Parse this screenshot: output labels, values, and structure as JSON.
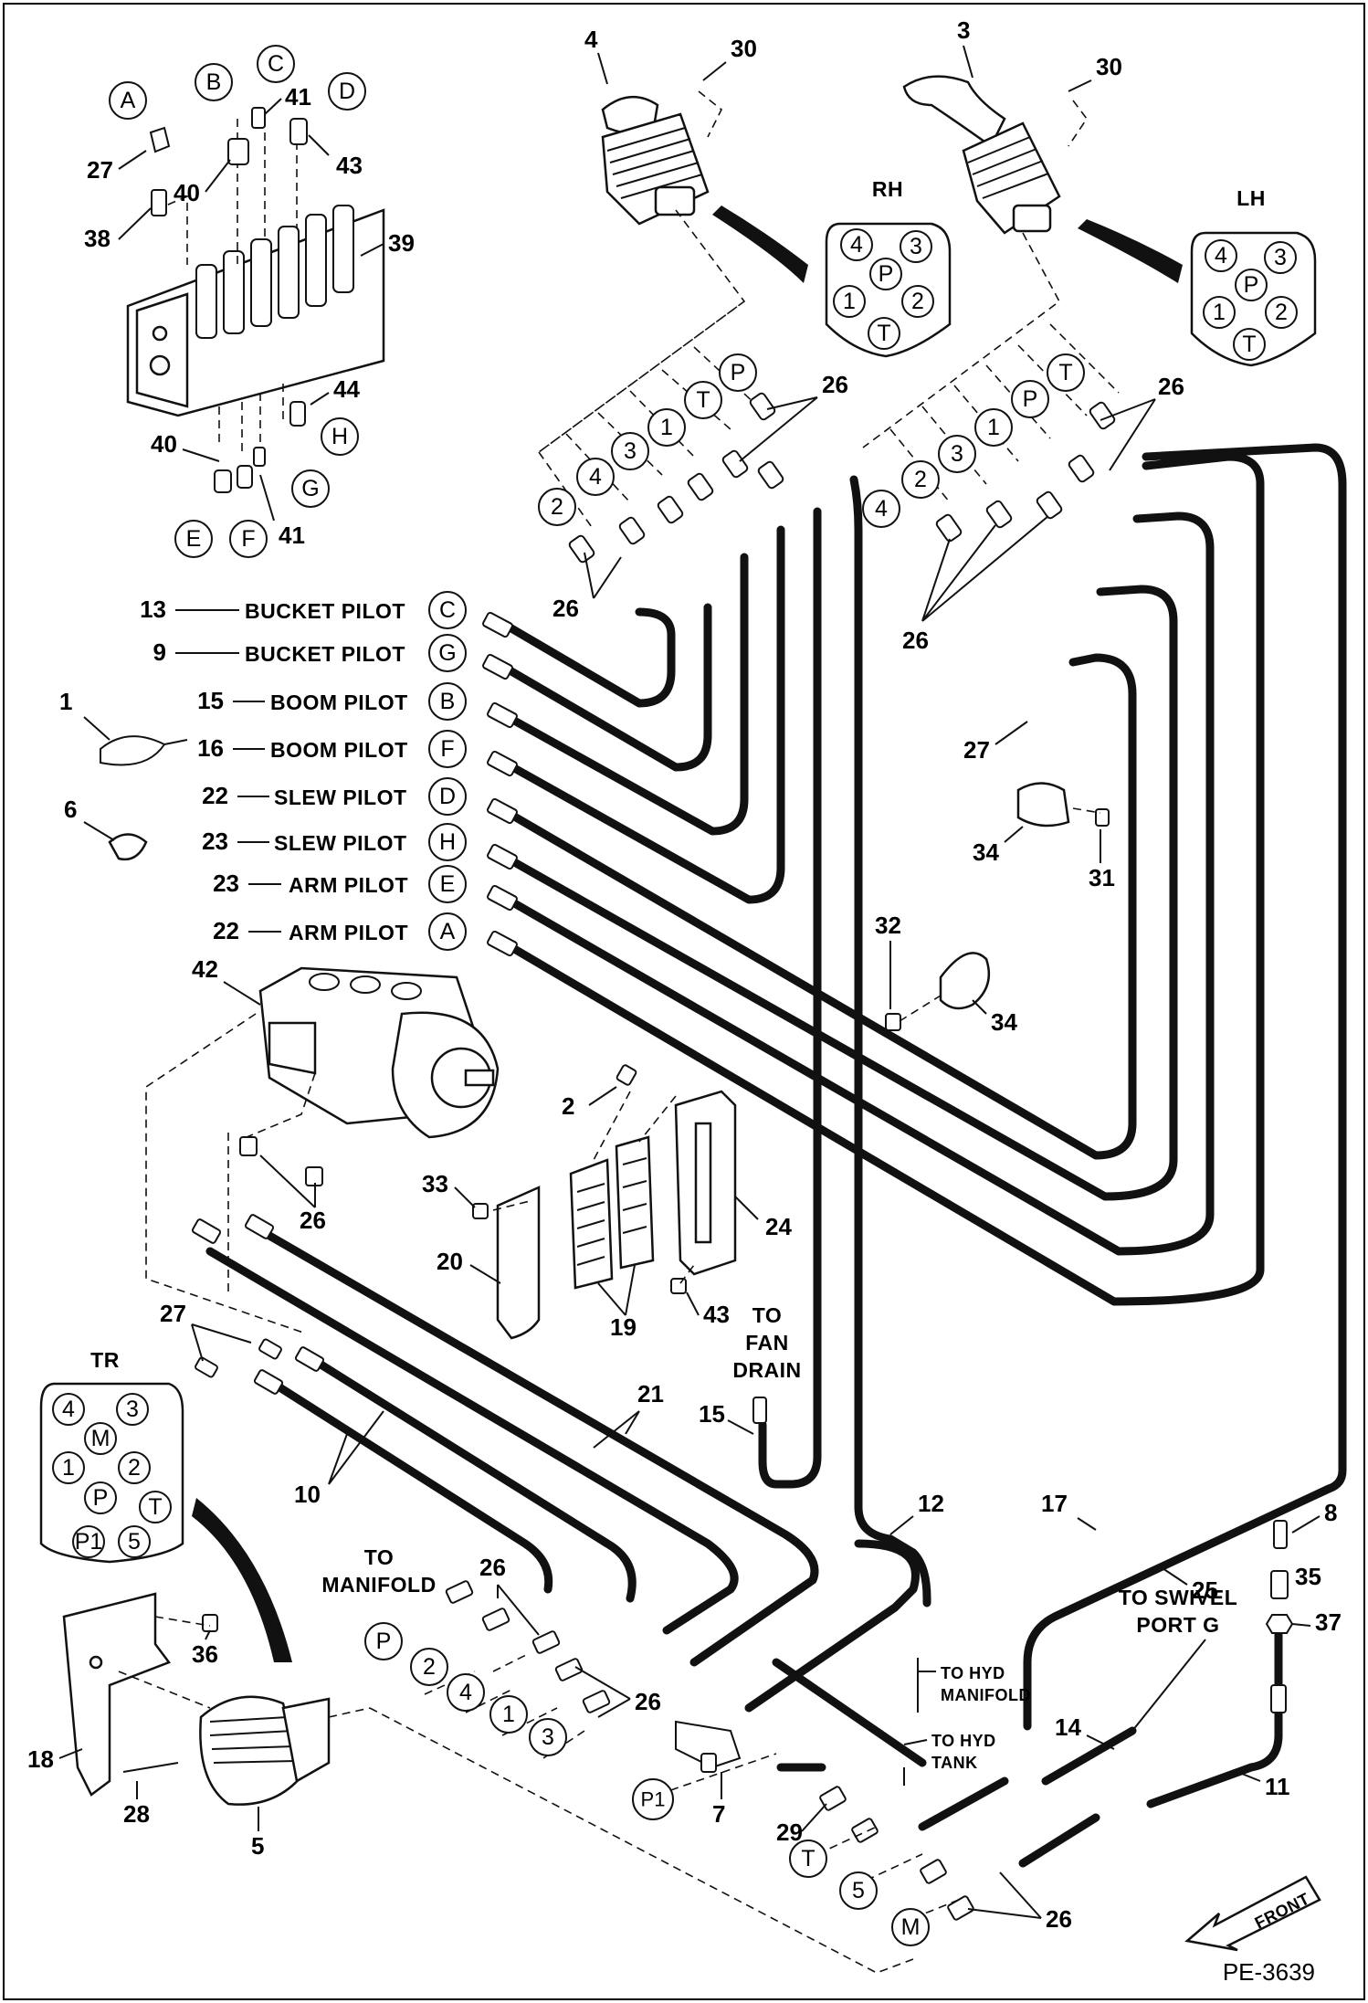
{
  "drawing_id": "PE-3639",
  "side_labels": {
    "rh": "RH",
    "lh": "LH",
    "tr": "TR"
  },
  "pilot_lines": [
    {
      "num": "13",
      "text": "BUCKET PILOT",
      "port": "C"
    },
    {
      "num": "9",
      "text": "BUCKET PILOT",
      "port": "G"
    },
    {
      "num": "15",
      "text": "BOOM PILOT",
      "port": "B"
    },
    {
      "num": "16",
      "text": "BOOM PILOT",
      "port": "F"
    },
    {
      "num": "22",
      "text": "SLEW PILOT",
      "port": "D"
    },
    {
      "num": "23",
      "text": "SLEW PILOT",
      "port": "H"
    },
    {
      "num": "23",
      "text": "ARM PILOT",
      "port": "E"
    },
    {
      "num": "22",
      "text": "ARM PILOT",
      "port": "A"
    }
  ],
  "notes": {
    "to_manifold": [
      "TO",
      "MANIFOLD"
    ],
    "to_fan_drain": [
      "TO",
      "FAN",
      "DRAIN"
    ],
    "to_hyd_manifold": [
      "TO HYD",
      "MANIFOLD"
    ],
    "to_hyd_tank": [
      "TO HYD",
      "TANK"
    ],
    "to_swivel": [
      "TO SWIVEL",
      "PORT G"
    ],
    "front": "FRONT"
  },
  "rh_ports": [
    "4",
    "3",
    "P",
    "1",
    "2",
    "T"
  ],
  "lh_ports": [
    "4",
    "3",
    "P",
    "1",
    "2",
    "T"
  ],
  "tr_ports": [
    "4",
    "3",
    "M",
    "1",
    "2",
    "P",
    "T",
    "P1",
    "5"
  ],
  "valve_ports": {
    "A": "A",
    "B": "B",
    "C": "C",
    "D": "D",
    "E": "E",
    "F": "F",
    "G": "G",
    "H": "H"
  },
  "rh_hose_tags": [
    "2",
    "4",
    "3",
    "1",
    "T",
    "P"
  ],
  "lh_hose_tags": [
    "4",
    "2",
    "3",
    "1",
    "P",
    "T"
  ],
  "tr_hose_tags": [
    "P",
    "2",
    "4",
    "1",
    "3",
    "P1",
    "T",
    "5",
    "M"
  ],
  "callouts": {
    "c1": "1",
    "c2": "2",
    "c3": "3",
    "c4": "4",
    "c5": "5",
    "c6": "6",
    "c7": "7",
    "c8": "8",
    "c10": "10",
    "c11": "11",
    "c12": "12",
    "c14": "14",
    "c15b": "15",
    "c17": "17",
    "c18": "18",
    "c19": "19",
    "c20": "20",
    "c21": "21",
    "c24": "24",
    "c25": "25",
    "c26a": "26",
    "c26b": "26",
    "c26c": "26",
    "c26d": "26",
    "c26e": "26",
    "c26f": "26",
    "c26g": "26",
    "c26h": "26",
    "c27a": "27",
    "c27b": "27",
    "c27c": "27",
    "c28": "28",
    "c29": "29",
    "c30a": "30",
    "c30b": "30",
    "c31": "31",
    "c32": "32",
    "c33": "33",
    "c34a": "34",
    "c34b": "34",
    "c35": "35",
    "c36": "36",
    "c37": "37",
    "c38": "38",
    "c39": "39",
    "c40a": "40",
    "c40b": "40",
    "c41a": "41",
    "c41b": "41",
    "c42": "42",
    "c43a": "43",
    "c43b": "43",
    "c44": "44"
  }
}
